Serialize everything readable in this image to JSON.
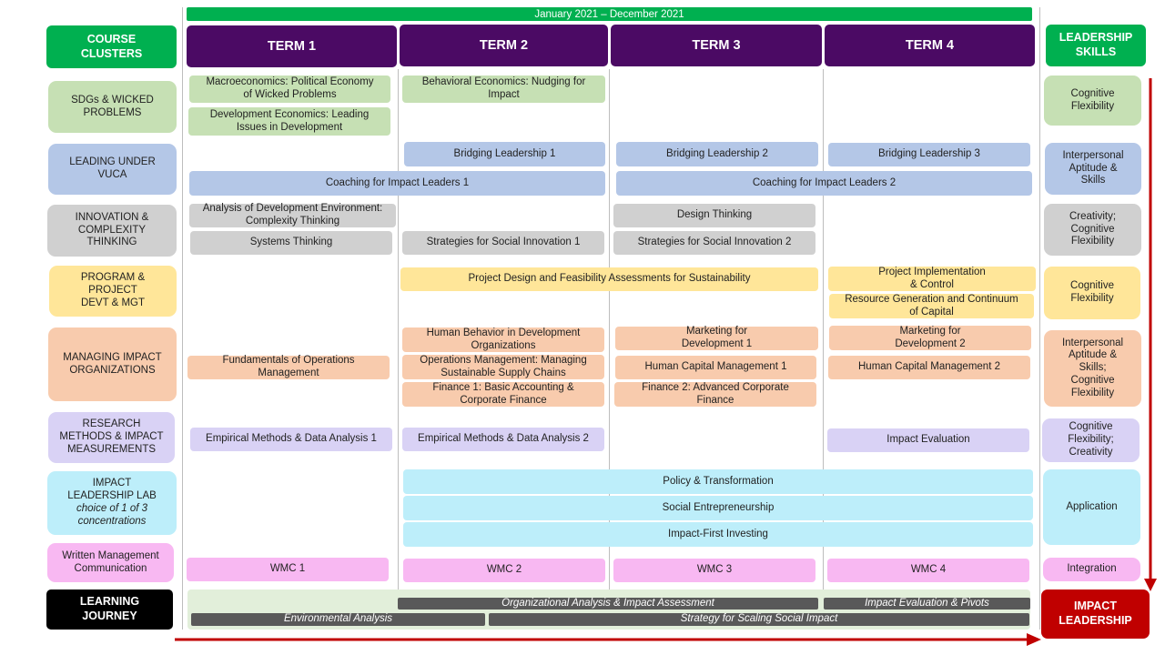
{
  "timeline": "January 2021 – December 2021",
  "headers": {
    "course_clusters": "COURSE\nCLUSTERS",
    "leadership_skills": "LEADERSHIP\nSKILLS",
    "terms": [
      "TERM 1",
      "TERM 2",
      "TERM 3",
      "TERM 4"
    ],
    "learning_journey": "LEARNING\nJOURNEY",
    "impact_leadership": "IMPACT\nLEADERSHIP"
  },
  "clusters": [
    "SDGs & WICKED\nPROBLEMS",
    "LEADING UNDER\nVUCA",
    "INNOVATION &\nCOMPLEXITY\nTHINKING",
    "PROGRAM &\nPROJECT\nDEVT & MGT",
    "MANAGING IMPACT\nORGANIZATIONS",
    "RESEARCH\nMETHODS & IMPACT\nMEASUREMENTS",
    "IMPACT\nLEADERSHIP LAB",
    "Written Management\nCommunication"
  ],
  "lab_note": "choice of 1 of 3\nconcentrations",
  "skills": [
    "Cognitive\nFlexibility",
    "Interpersonal\nAptitude &\nSkills",
    "Creativity;\nCognitive\nFlexibility",
    "Cognitive\nFlexibility",
    "Interpersonal\nAptitude &\nSkills;\nCognitive\nFlexibility",
    "Cognitive\nFlexibility;\nCreativity",
    "Application",
    "Integration"
  ],
  "courses": {
    "macro": "Macroeconomics: Political Economy\nof Wicked Problems",
    "dev_econ": "Development Economics: Leading\nIssues in Development",
    "behavioral": "Behavioral Economics: Nudging for\nImpact",
    "bridging_1": "Bridging Leadership 1",
    "bridging_2": "Bridging Leadership 2",
    "bridging_3": "Bridging Leadership 3",
    "coaching_1": "Coaching for Impact Leaders 1",
    "coaching_2": "Coaching for Impact Leaders 2",
    "analysis_dev": "Analysis of Development Environment:\nComplexity Thinking",
    "design_thinking": "Design Thinking",
    "systems_thinking": "Systems Thinking",
    "ssi_1": "Strategies for Social Innovation 1",
    "ssi_2": "Strategies for Social Innovation 2",
    "project_design": "Project Design and Feasibility Assessments for Sustainability",
    "project_impl": "Project Implementation\n& Control",
    "resource_gen": "Resource Generation and Continuum\nof Capital",
    "human_behavior": "Human Behavior in Development\nOrganizations",
    "marketing_1": "Marketing for\nDevelopment 1",
    "marketing_2": "Marketing for\nDevelopment 2",
    "fund_ops": "Fundamentals of Operations\nManagement",
    "ops_mgmt": "Operations Management: Managing\nSustainable Supply Chains",
    "hcm_1": "Human Capital Management 1",
    "hcm_2": "Human Capital Management 2",
    "finance_1": "Finance 1: Basic Accounting &\nCorporate Finance",
    "finance_2": "Finance 2: Advanced Corporate\nFinance",
    "emp_1": "Empirical Methods & Data Analysis 1",
    "emp_2": "Empirical Methods & Data Analysis 2",
    "impact_eval": "Impact Evaluation",
    "policy": "Policy & Transformation",
    "social_ent": "Social Entrepreneurship",
    "impact_investing": "Impact-First Investing",
    "wmc_1": "WMC 1",
    "wmc_2": "WMC 2",
    "wmc_3": "WMC 3",
    "wmc_4": "WMC 4"
  },
  "journey": {
    "org_analysis": "Organizational Analysis & Impact Assessment",
    "impact_pivots": "Impact Evaluation & Pivots",
    "env_analysis": "Environmental Analysis",
    "scaling": "Strategy for Scaling Social Impact"
  },
  "colors": {
    "term": "#4b0a64",
    "header_green": "#00b050",
    "arrow_red": "#c00000",
    "journey_black": "#000000"
  }
}
